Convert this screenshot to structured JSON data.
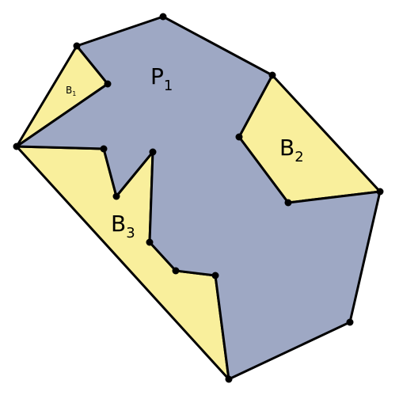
{
  "colors": {
    "polygon_fill": "#9ea8c4",
    "pocket_fill": "#f9ef9c",
    "outline": "#000000"
  },
  "labels": {
    "P": {
      "main": "P",
      "sub": "1"
    },
    "B1": {
      "main": "B",
      "sub": "1"
    },
    "B2": {
      "main": "B",
      "sub": "2"
    },
    "B3": {
      "main": "B",
      "sub": "3"
    }
  }
}
